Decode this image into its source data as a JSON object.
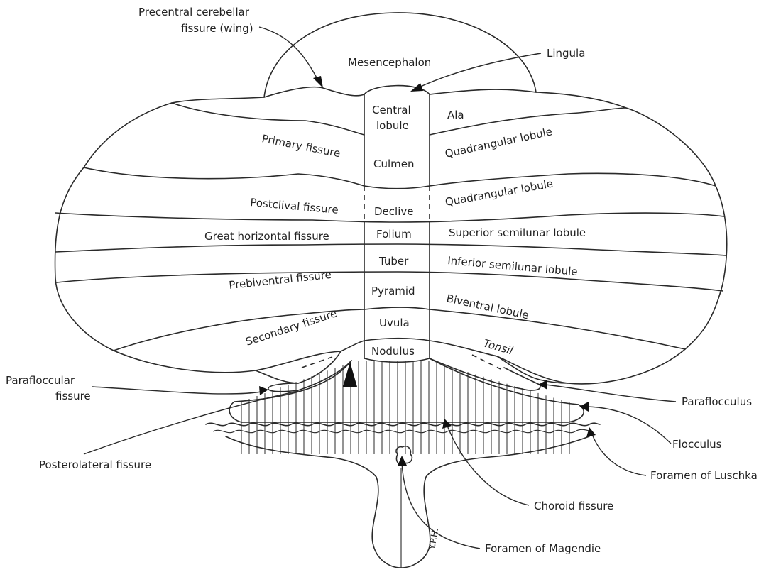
{
  "labels": {
    "precentral_1": "Precentral cerebellar",
    "precentral_2": "fissure (wing)",
    "mesencephalon": "Mesencephalon",
    "lingula": "Lingula",
    "central_1": "Central",
    "central_2": "lobule",
    "ala": "Ala",
    "primary_fissure": "Primary fissure",
    "culmen": "Culmen",
    "quadrangular_upper": "Quadrangular lobule",
    "quadrangular_lower": "Quadrangular lobule",
    "postclival": "Postclival fissure",
    "declive": "Declive",
    "great_horizontal": "Great horizontal fissure",
    "folium": "Folium",
    "superior_semilunar": "Superior semilunar lobule",
    "prebiventral": "Prebiventral fissure",
    "tuber": "Tuber",
    "inferior_semilunar": "Inferior semilunar lobule",
    "pyramid": "Pyramid",
    "biventral": "Biventral lobule",
    "secondary": "Secondary fissure",
    "uvula": "Uvula",
    "nodulus": "Nodulus",
    "tonsil": "Tonsil",
    "parafloccular_1": "Parafloccular",
    "parafloccular_2": "fissure",
    "paraflocculus": "Paraflocculus",
    "flocculus": "Flocculus",
    "posterolateral": "Posterolateral fissure",
    "luschka": "Foramen of Luschka",
    "choroid": "Choroid fissure",
    "magendie": "Foramen of Magendie",
    "signature": "Y.P.H."
  }
}
